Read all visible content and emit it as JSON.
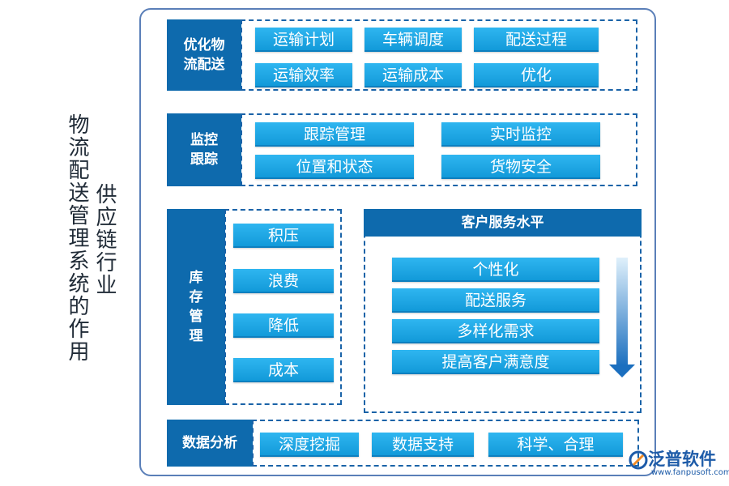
{
  "title": {
    "line1": "供应链行业",
    "line2": "物流配送管理系统的作用"
  },
  "sections": {
    "optimize": {
      "label": "优化物流配送",
      "items": [
        "运输计划",
        "车辆调度",
        "配送过程",
        "运输效率",
        "运输成本",
        "优化"
      ]
    },
    "monitor": {
      "label": "监控跟踪",
      "items": [
        "跟踪管理",
        "实时监控",
        "位置和状态",
        "货物安全"
      ]
    },
    "inventory": {
      "label": "库存管理",
      "items": [
        "积压",
        "浪费",
        "降低",
        "成本"
      ]
    },
    "customer": {
      "label": "客户服务水平",
      "items": [
        "个性化",
        "配送服务",
        "多样化需求",
        "提高客户满意度"
      ]
    },
    "data": {
      "label": "数据分析",
      "items": [
        "深度挖掘",
        "数据支持",
        "科学、合理"
      ]
    }
  },
  "logo": {
    "name": "泛普软件",
    "url": "www.fanpusoft.com",
    "icon": "fanpu-logo-icon",
    "color": "#1d5ba8"
  },
  "colors": {
    "label_bg": "#0e6aad",
    "pill": "#1fa8e6",
    "border": "#5a7fb8"
  }
}
